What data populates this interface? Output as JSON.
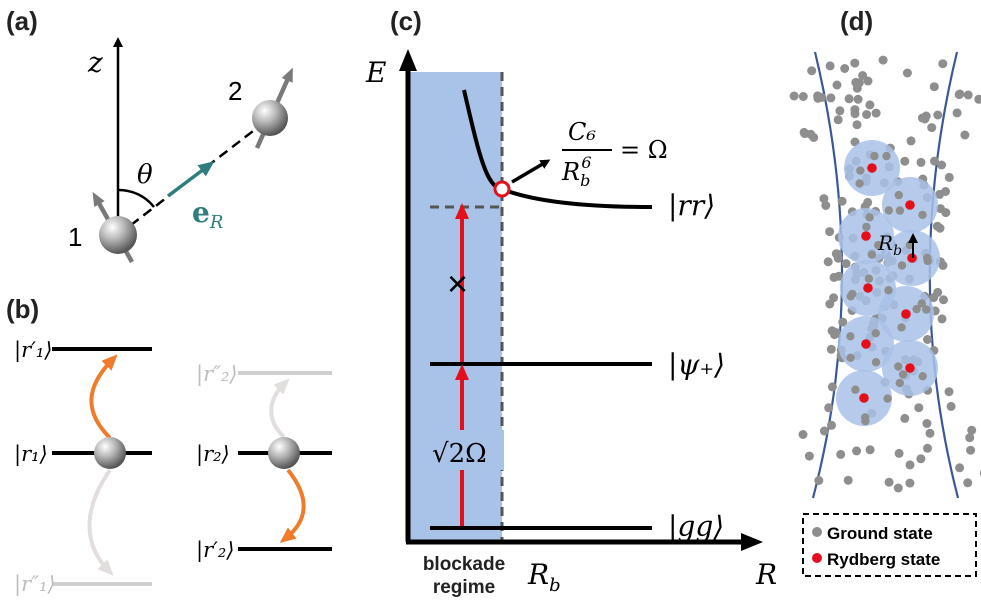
{
  "panels": {
    "a": {
      "label": "(a)",
      "z_axis": "z",
      "theta": "θ",
      "atom1": "1",
      "atom2": "2",
      "unit_vector_bold": "e",
      "unit_vector_sub": "R",
      "colors": {
        "vector": "#2f7d7d",
        "spin": "#7a7a7a"
      }
    },
    "b": {
      "label": "(b)",
      "atom1_levels": [
        {
          "ket": "|r′₁⟩",
          "emphasis": "strong"
        },
        {
          "ket": "|r₁⟩",
          "emphasis": "strong"
        },
        {
          "ket": "|r″₁⟩",
          "emphasis": "faded"
        }
      ],
      "atom2_levels": [
        {
          "ket": "|r″₂⟩",
          "emphasis": "faded"
        },
        {
          "ket": "|r₂⟩",
          "emphasis": "strong"
        },
        {
          "ket": "|r′₂⟩",
          "emphasis": "strong"
        }
      ],
      "colors": {
        "active_arrow": "#ef7b2b",
        "faded_arrow": "#e3dede"
      }
    },
    "c": {
      "label": "(c)",
      "y_axis": "E",
      "x_axis": "R",
      "rb_main": "R",
      "rb_sub": "b",
      "region_line1": "blockade",
      "region_line2": "regime",
      "states": [
        "|rr⟩",
        "|ψ₊⟩",
        "|gg⟩"
      ],
      "coupling": "√2Ω",
      "blocked_mark": "×",
      "condition": {
        "numerator": "C₆",
        "denominator": "R",
        "den_sub": "b",
        "den_sup": "6",
        "rhs": "= Ω"
      },
      "colors": {
        "region": "#a9c2e8",
        "arrow": "#e3101c",
        "curve": "#000000"
      }
    },
    "d": {
      "label": "(d)",
      "rb_main": "R",
      "rb_sub": "b",
      "legend": [
        {
          "label": "Ground state",
          "color": "#8e8e8e"
        },
        {
          "label": "Rydberg state",
          "color": "#e3101c"
        }
      ],
      "colors": {
        "beam": "#3b5998",
        "blockade_sphere": "#a9c2e8"
      }
    }
  }
}
